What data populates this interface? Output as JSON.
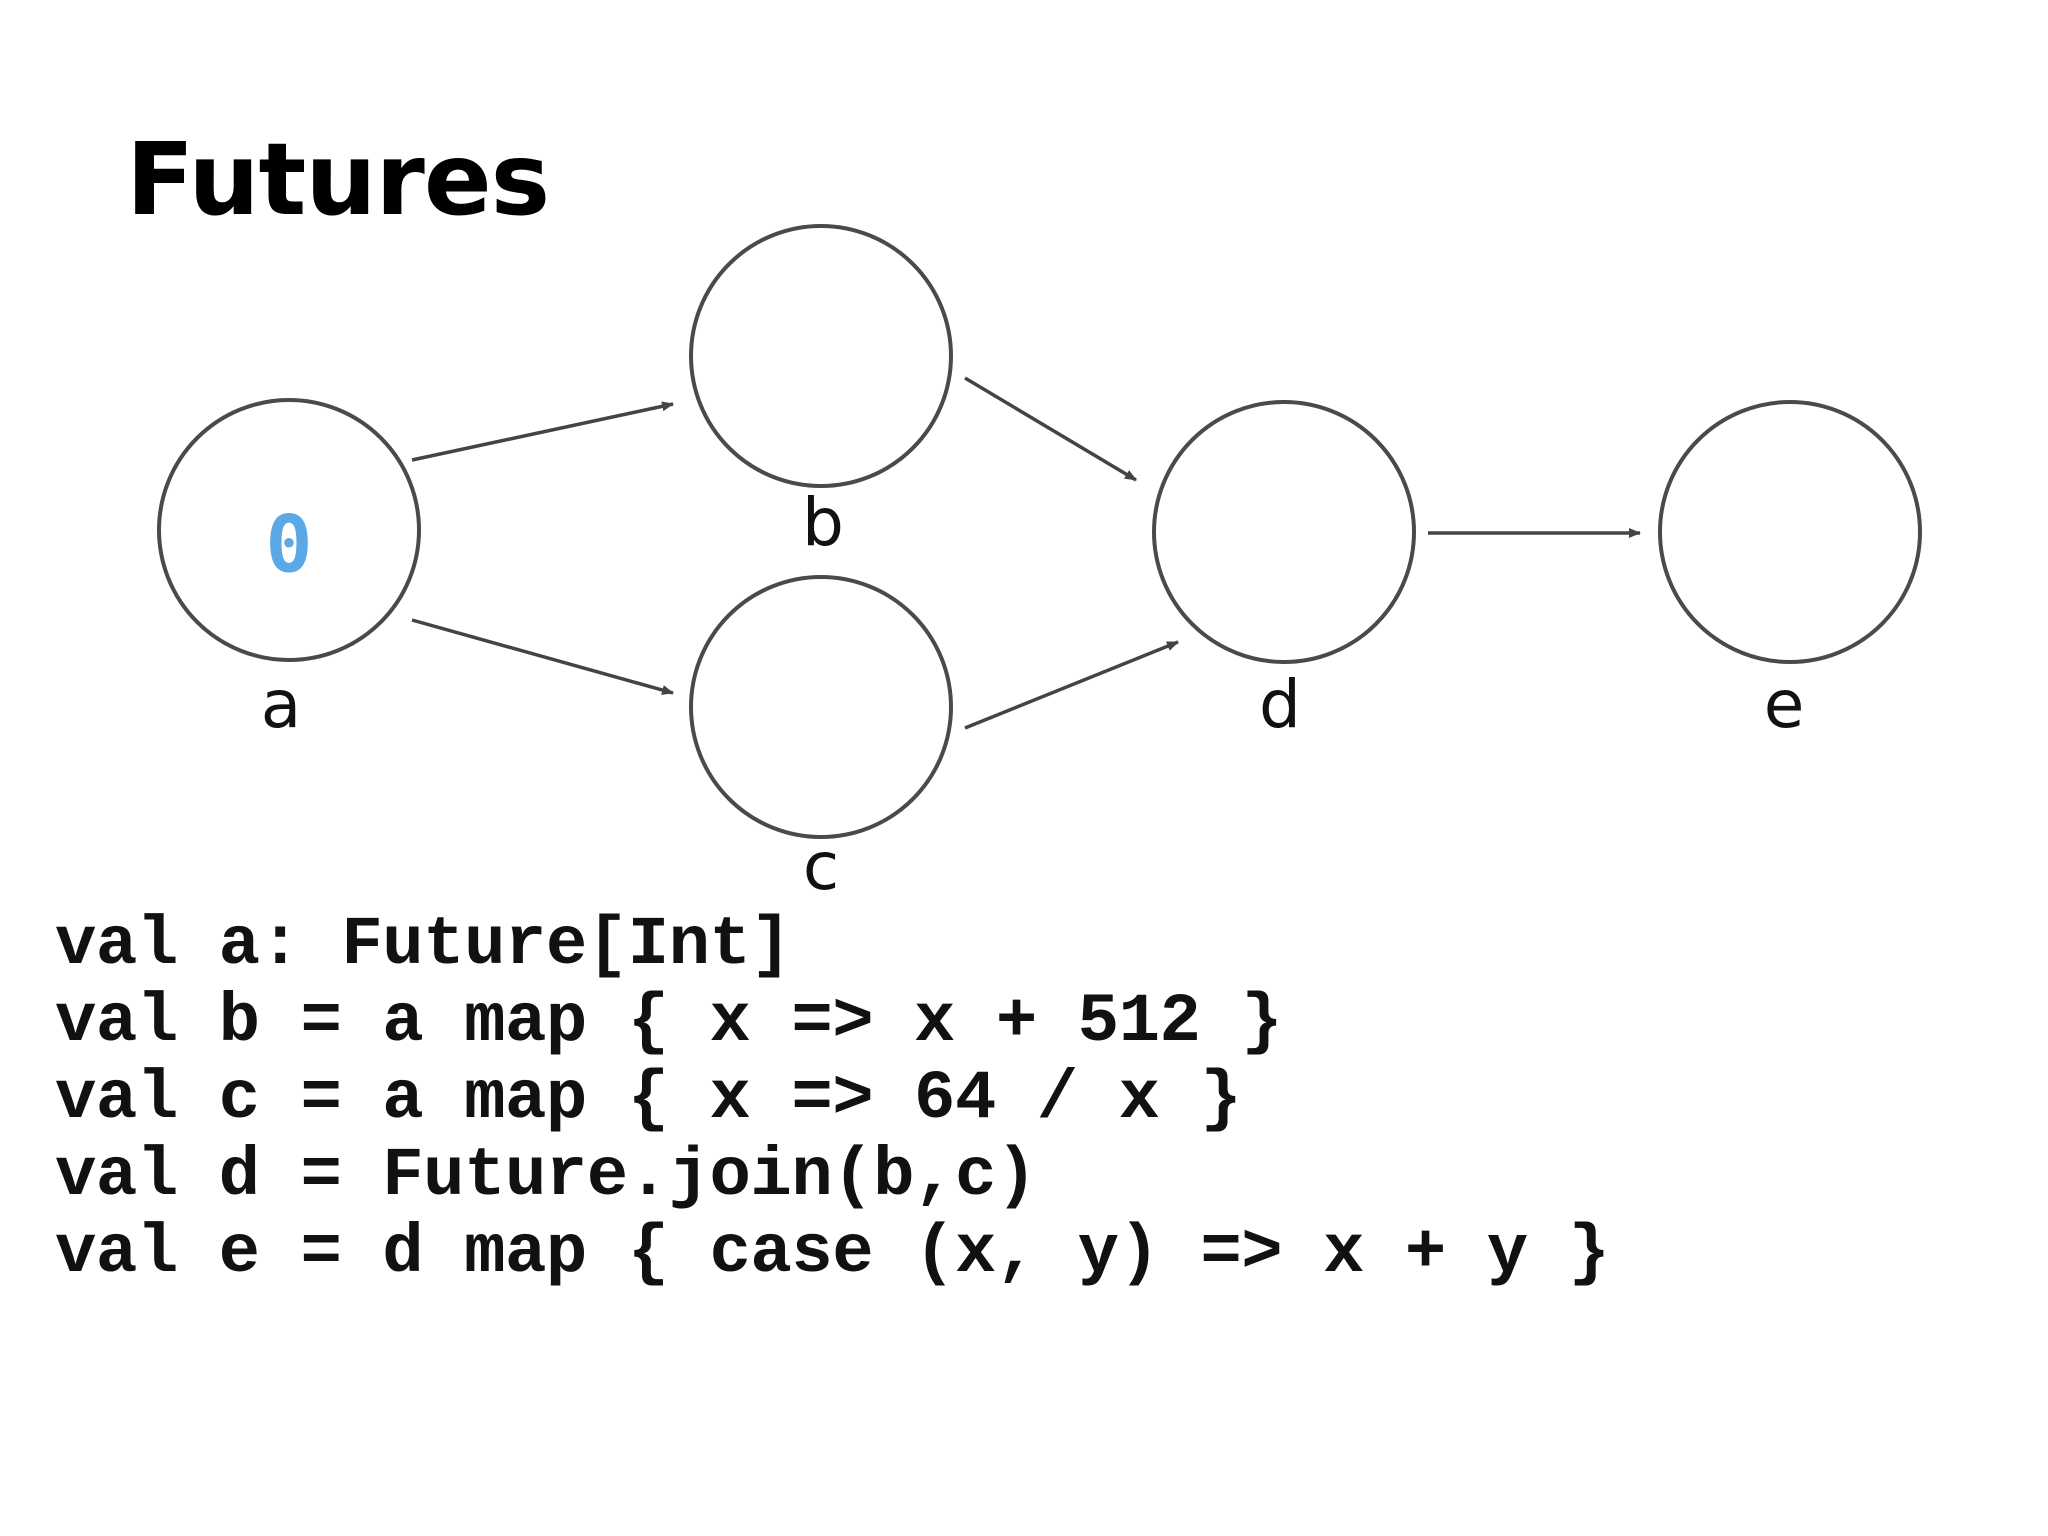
{
  "slide": {
    "title": "Futures"
  },
  "graph": {
    "nodes": [
      {
        "id": "a",
        "label": "a",
        "value": "0"
      },
      {
        "id": "b",
        "label": "b",
        "value": ""
      },
      {
        "id": "c",
        "label": "c",
        "value": ""
      },
      {
        "id": "d",
        "label": "d",
        "value": ""
      },
      {
        "id": "e",
        "label": "e",
        "value": ""
      }
    ],
    "edges": [
      {
        "from": "a",
        "to": "b"
      },
      {
        "from": "a",
        "to": "c"
      },
      {
        "from": "b",
        "to": "d"
      },
      {
        "from": "c",
        "to": "d"
      },
      {
        "from": "d",
        "to": "e"
      }
    ]
  },
  "colors": {
    "value_highlight": "#5aa9e6",
    "stroke": "#4a4a4a"
  },
  "code": {
    "lines": [
      "val a: Future[Int]",
      "val b = a map { x => x + 512 }",
      "val c = a map { x => 64 / x }",
      "val d = Future.join(b,c)",
      "val e = d map { case (x, y) => x + y }"
    ]
  }
}
